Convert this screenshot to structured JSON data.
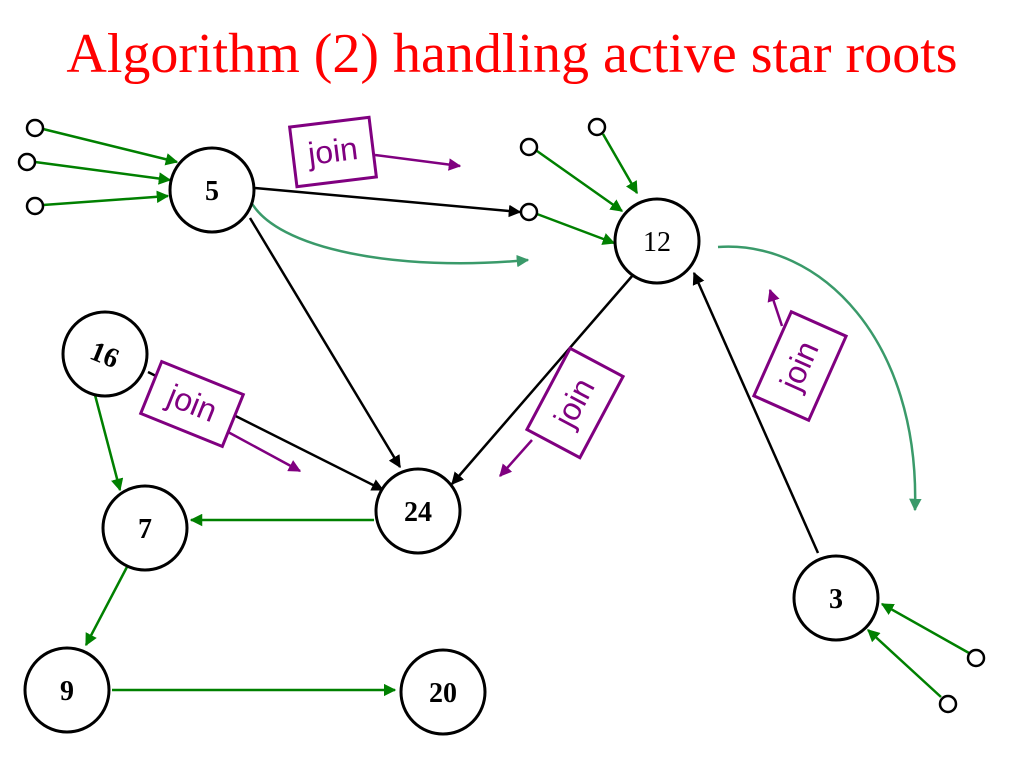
{
  "title": "Algorithm (2) handling active star roots",
  "colors": {
    "title": "#ff0000",
    "tree_edge": "#008000",
    "root_edge": "#000000",
    "curved_arrow": "#3a9a6a",
    "join": "#800080"
  },
  "nodes": [
    {
      "id": "n5",
      "label": "5",
      "bold": true
    },
    {
      "id": "n12",
      "label": "12",
      "bold": false
    },
    {
      "id": "n16",
      "label": "16",
      "bold": true
    },
    {
      "id": "n24",
      "label": "24",
      "bold": true
    },
    {
      "id": "n7",
      "label": "7",
      "bold": true
    },
    {
      "id": "n3",
      "label": "3",
      "bold": true
    },
    {
      "id": "n9",
      "label": "9",
      "bold": true
    },
    {
      "id": "n20",
      "label": "20",
      "bold": true
    }
  ],
  "join_labels": [
    "join",
    "join",
    "join",
    "join"
  ]
}
